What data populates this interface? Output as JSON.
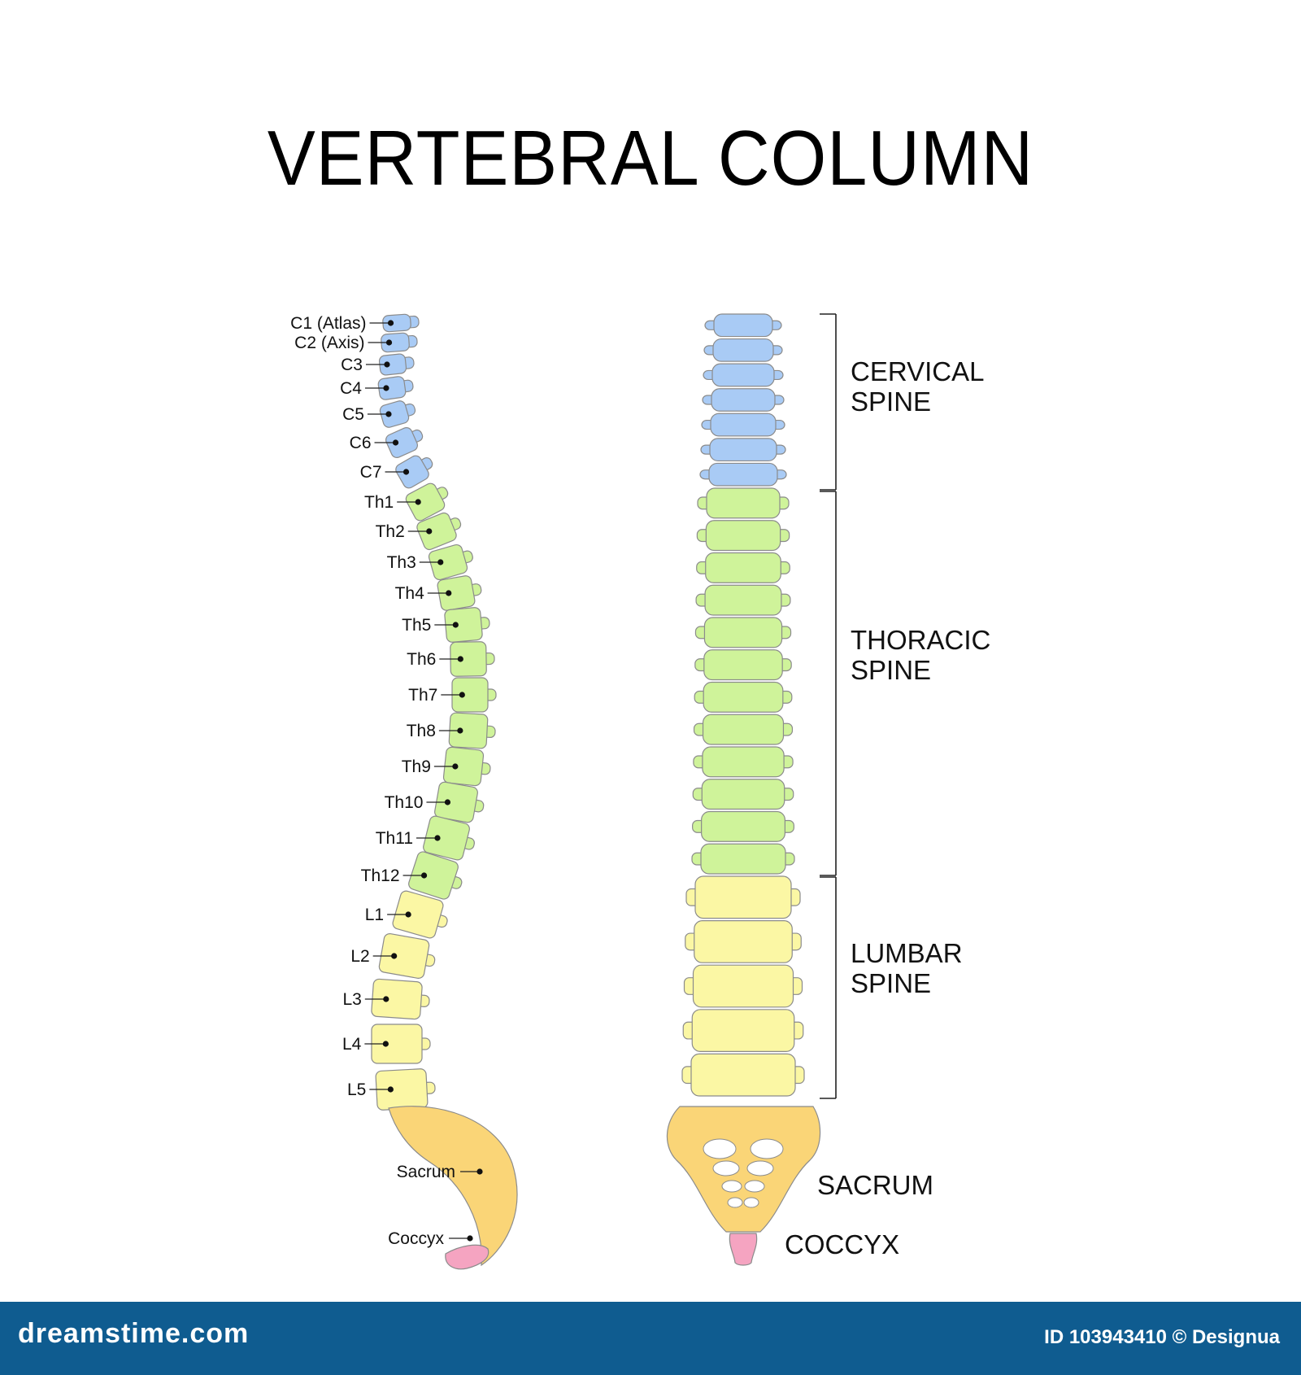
{
  "title": "VERTEBRAL COLUMN",
  "colors": {
    "cervical": "#a9cbf5",
    "thoracic": "#cff39a",
    "lumbar": "#fbf7a4",
    "sacrum": "#fad577",
    "coccyx": "#f5a4c1",
    "outline": "#8b8b8b",
    "footer": "#0f5c90"
  },
  "side_view": {
    "labels": [
      "C1 (Atlas)",
      "C2 (Axis)",
      "C3",
      "C4",
      "C5",
      "C6",
      "C7",
      "Th1",
      "Th2",
      "Th3",
      "Th4",
      "Th5",
      "Th6",
      "Th7",
      "Th8",
      "Th9",
      "Th10",
      "Th11",
      "Th12",
      "L1",
      "L2",
      "L3",
      "L4",
      "L5",
      "Sacrum",
      "Coccyx"
    ]
  },
  "front_view": {
    "regions": [
      {
        "id": "cervical",
        "line1": "CERVICAL",
        "line2": "SPINE"
      },
      {
        "id": "thoracic",
        "line1": "THORACIC",
        "line2": "SPINE"
      },
      {
        "id": "lumbar",
        "line1": "LUMBAR",
        "line2": "SPINE"
      }
    ],
    "sacrum_label": "SACRUM",
    "coccyx_label": "COCCYX"
  },
  "footer": {
    "logo": "dreamstime.com",
    "credit": "ID 103943410 © Designua"
  }
}
